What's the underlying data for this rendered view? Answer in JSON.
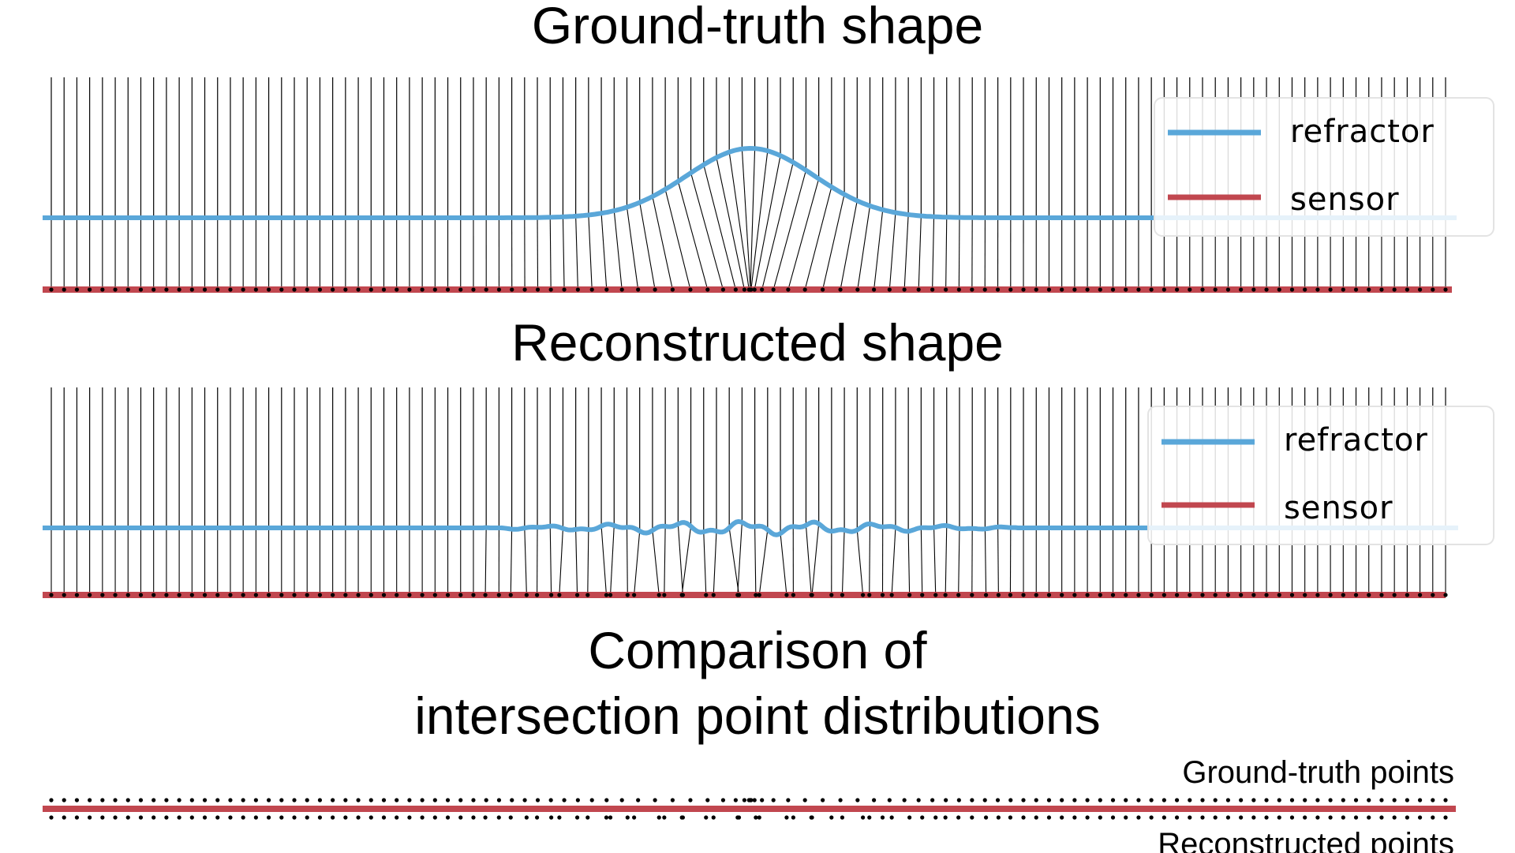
{
  "panels": [
    {
      "id": "ground_truth",
      "title": "Ground-truth shape",
      "legend": {
        "refractor_label": "refractor",
        "sensor_label": "sensor"
      }
    },
    {
      "id": "reconstructed",
      "title": "Reconstructed shape",
      "legend": {
        "refractor_label": "refractor",
        "sensor_label": "sensor"
      }
    }
  ],
  "comparison": {
    "title_line1": "Comparison of",
    "title_line2": "intersection point distributions",
    "ground_truth_label": "Ground-truth points",
    "reconstructed_label": "Reconstructed points"
  },
  "colors": {
    "refractor": "#5aa7d9",
    "sensor": "#c1474f",
    "ray": "#000000",
    "point": "#000000"
  },
  "chart_data": {
    "type": "diagram",
    "ray_count": 110,
    "ground_truth_bump": {
      "center": 0.5,
      "height": 0.33,
      "width": 0.045
    }
  }
}
